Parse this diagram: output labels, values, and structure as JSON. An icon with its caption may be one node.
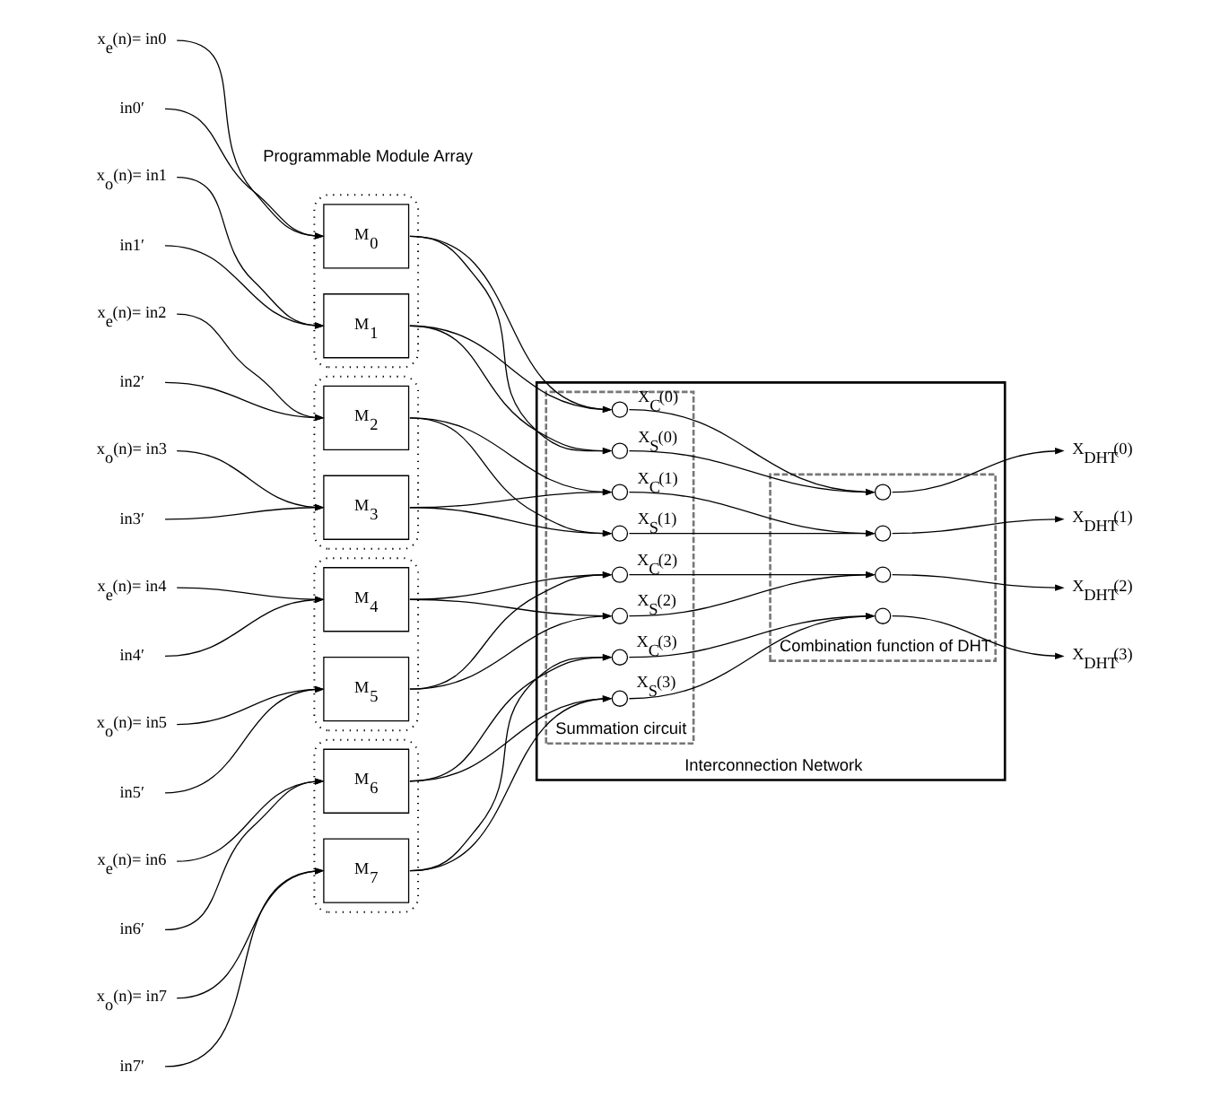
{
  "diagram": {
    "nodes": [
      {
        "text": [],
        "shape": "box"
      },
      {
        "text": [],
        "shape": "box"
      },
      {
        "text": [],
        "shape": "box"
      },
      {
        "text": [],
        "shape": "box"
      },
      {
        "text": [
          "M$_{0}$"
        ],
        "in": 0
      },
      {
        "text": [
          "M$_{1}$"
        ],
        "in": 0
      },
      {
        "text": [
          "M$_{2}$"
        ],
        "in": 1
      },
      {
        "text": [
          "M$_{3}$"
        ],
        "in": 1
      },
      {
        "text": [
          "M$_{4}$"
        ],
        "in": 2
      },
      {
        "text": [
          "M$_{5}$"
        ],
        "in": 2
      },
      {
        "text": [
          "M$_{6}$"
        ],
        "in": 3
      },
      {
        "text": [
          "M$_{7}$"
        ],
        "in": 3
      },
      {
        "text": [
          "Interconnection Network"
        ]
      },
      {
        "text": [
          "Summation circuit"
        ],
        "in": 12
      },
      {
        "text": [
          "Combination function of DHT"
        ],
        "in": 12
      },
      {
        "text": [],
        "shape": "circle",
        "in": 13,
        "beside": [
          "X$_{C}$(0)"
        ]
      },
      {
        "text": [],
        "shape": "circle",
        "in": 13,
        "beside": [
          "X$_{S}$(0)"
        ]
      },
      {
        "text": [],
        "shape": "circle",
        "in": 13,
        "beside": [
          "X$_{C}$(1)"
        ]
      },
      {
        "text": [],
        "shape": "circle",
        "in": 13,
        "beside": [
          "X$_{S}$(1)"
        ]
      },
      {
        "text": [],
        "shape": "circle",
        "in": 13,
        "beside": [
          "X$_{C}$(2)"
        ]
      },
      {
        "text": [],
        "shape": "circle",
        "in": 13,
        "beside": [
          "X$_{S}$(2)"
        ]
      },
      {
        "text": [],
        "shape": "circle",
        "in": 13,
        "beside": [
          "X$_{C}$(3)"
        ]
      },
      {
        "text": [],
        "shape": "circle",
        "in": 13,
        "beside": [
          "X$_{S}$(3)"
        ]
      },
      {
        "text": [],
        "shape": "circle",
        "in": 14
      },
      {
        "text": [],
        "shape": "circle",
        "in": 14
      },
      {
        "text": [],
        "shape": "circle",
        "in": 14
      },
      {
        "text": [],
        "shape": "circle",
        "in": 14
      },
      {
        "text": [
          "X$_{DHT}$(0)"
        ]
      },
      {
        "text": [
          "X$_{DHT}$(1)"
        ]
      },
      {
        "text": [
          "X$_{DHT}$(2)"
        ]
      },
      {
        "text": [
          "X$_{DHT}$(3)"
        ]
      },
      {
        "text": [
          "x$_{e}$(n)= in0"
        ]
      },
      {
        "text": [
          "in0′"
        ]
      },
      {
        "text": [
          "x$_{o}$(n)= in1"
        ]
      },
      {
        "text": [
          "in1′"
        ]
      },
      {
        "text": [
          "x$_{e}$(n)= in2"
        ]
      },
      {
        "text": [
          "in2′"
        ]
      },
      {
        "text": [
          "x$_{o}$(n)= in3"
        ]
      },
      {
        "text": [
          "in3′"
        ]
      },
      {
        "text": [
          "x$_{e}$(n)= in4"
        ]
      },
      {
        "text": [
          "in4′"
        ]
      },
      {
        "text": [
          "x$_{o}$(n)= in5"
        ]
      },
      {
        "text": [
          "in5′"
        ]
      },
      {
        "text": [
          "x$_{e}$(n)= in6"
        ]
      },
      {
        "text": [
          "in6′"
        ]
      },
      {
        "text": [
          "x$_{o}$(n)= in7"
        ]
      },
      {
        "text": [
          "in7′"
        ]
      }
    ],
    "edges": [
      {
        "from": 31,
        "to": 4,
        "arrow": "to"
      },
      {
        "from": 32,
        "to": 4,
        "arrow": "to"
      },
      {
        "from": 33,
        "to": 5,
        "arrow": "to"
      },
      {
        "from": 34,
        "to": 5,
        "arrow": "to"
      },
      {
        "from": 35,
        "to": 6,
        "arrow": "to"
      },
      {
        "from": 36,
        "to": 6,
        "arrow": "to"
      },
      {
        "from": 37,
        "to": 7,
        "arrow": "to"
      },
      {
        "from": 38,
        "to": 7,
        "arrow": "to"
      },
      {
        "from": 39,
        "to": 8,
        "arrow": "to"
      },
      {
        "from": 40,
        "to": 8,
        "arrow": "to"
      },
      {
        "from": 41,
        "to": 9,
        "arrow": "to"
      },
      {
        "from": 42,
        "to": 9,
        "arrow": "to"
      },
      {
        "from": 43,
        "to": 10,
        "arrow": "to"
      },
      {
        "from": 44,
        "to": 10,
        "arrow": "to"
      },
      {
        "from": 45,
        "to": 11,
        "arrow": "to"
      },
      {
        "from": 46,
        "to": 11,
        "arrow": "to"
      },
      {
        "from": 4,
        "to": 15,
        "arrow": "to"
      },
      {
        "from": 4,
        "to": 16,
        "arrow": "to"
      },
      {
        "from": 5,
        "to": 15,
        "arrow": "to"
      },
      {
        "from": 5,
        "to": 16,
        "arrow": "to"
      },
      {
        "from": 6,
        "to": 17,
        "arrow": "to"
      },
      {
        "from": 6,
        "to": 18,
        "arrow": "to"
      },
      {
        "from": 7,
        "to": 17,
        "arrow": "to"
      },
      {
        "from": 7,
        "to": 18,
        "arrow": "to"
      },
      {
        "from": 8,
        "to": 19,
        "arrow": "to"
      },
      {
        "from": 8,
        "to": 20,
        "arrow": "to"
      },
      {
        "from": 9,
        "to": 19,
        "arrow": "to"
      },
      {
        "from": 9,
        "to": 20,
        "arrow": "to"
      },
      {
        "from": 10,
        "to": 21,
        "arrow": "to"
      },
      {
        "from": 10,
        "to": 22,
        "arrow": "to"
      },
      {
        "from": 11,
        "to": 21,
        "arrow": "to"
      },
      {
        "from": 11,
        "to": 22,
        "arrow": "to"
      },
      {
        "from": 15,
        "to": 23,
        "arrow": "to"
      },
      {
        "from": 16,
        "to": 23,
        "arrow": "to"
      },
      {
        "from": 17,
        "to": 24,
        "arrow": "to"
      },
      {
        "from": 18,
        "to": 24,
        "arrow": "to"
      },
      {
        "from": 19,
        "to": 25,
        "arrow": "to"
      },
      {
        "from": 20,
        "to": 25,
        "arrow": "to"
      },
      {
        "from": 21,
        "to": 26,
        "arrow": "to"
      },
      {
        "from": 22,
        "to": 26,
        "arrow": "to"
      },
      {
        "from": 23,
        "to": 27,
        "arrow": "to"
      },
      {
        "from": 24,
        "to": 28,
        "arrow": "to"
      },
      {
        "from": 25,
        "to": 29,
        "arrow": "to"
      },
      {
        "from": 26,
        "to": 30,
        "arrow": "to"
      }
    ],
    "labels": [
      "Programmable Module Array"
    ]
  }
}
